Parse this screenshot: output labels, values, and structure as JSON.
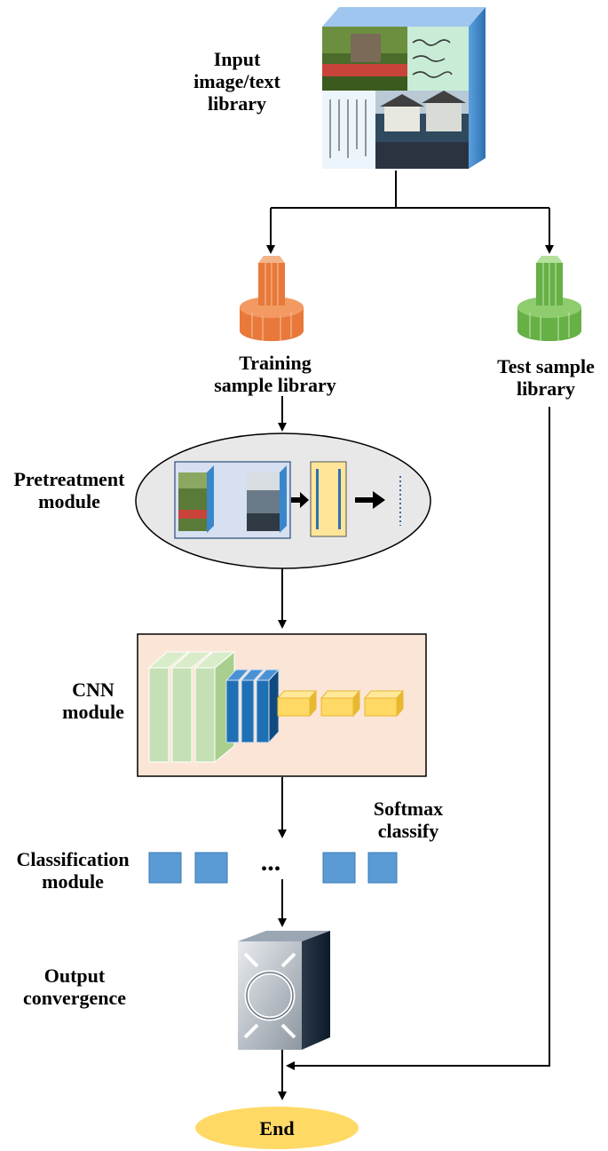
{
  "labels": {
    "input_line1": "Input",
    "input_line2": "image/text",
    "input_line3": "library",
    "training_line1": "Training",
    "training_line2": "sample library",
    "test_line1": "Test sample",
    "test_line2": "library",
    "pretreatment_line1": "Pretreatment",
    "pretreatment_line2": "module",
    "cnn_line1": "CNN",
    "cnn_line2": "module",
    "softmax_line1": "Softmax",
    "softmax_line2": "classify",
    "classification_line1": "Classification",
    "classification_line2": "module",
    "output_line1": "Output",
    "output_line2": "convergence",
    "ellipsis": "...",
    "end": "End"
  },
  "colors": {
    "training_pillar": "#E8793A",
    "test_pillar": "#66B046",
    "pretreatment_ellipse": "#E8E8E8",
    "cnn_box": "#FBE5D6",
    "cnn_green": "#C5E0B4",
    "cnn_blue": "#1F6FB5",
    "cnn_yellow": "#FFD966",
    "classify_square": "#5B9BD5",
    "end_ellipse": "#FFD966"
  },
  "icons": {
    "library": "image-text-library-icon",
    "training": "orange-pillar-icon",
    "test": "green-pillar-icon",
    "output": "convergence-cube-icon"
  }
}
